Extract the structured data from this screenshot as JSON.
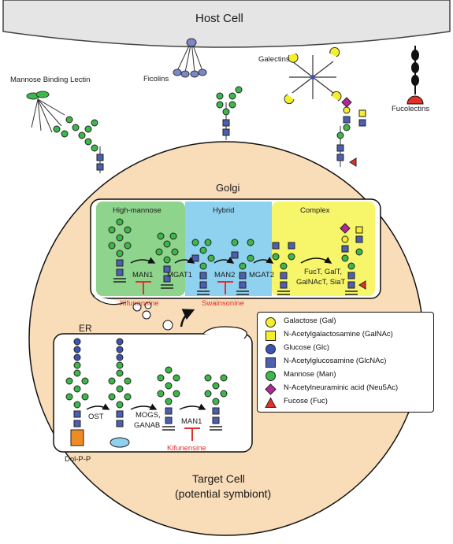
{
  "host_cell": {
    "title": "Host Cell"
  },
  "lectins": {
    "mannose_binding_lectin": "Mannose Binding Lectin",
    "ficolins": "Ficolins",
    "galectins": "Galectins",
    "fucolectins": "Fucolectins"
  },
  "golgi": {
    "title": "Golgi",
    "sections": [
      "High-mannose",
      "Hybrid",
      "Complex"
    ],
    "enzymes": [
      "MAN1",
      "MGAT1",
      "MAN2",
      "MGAT2"
    ],
    "complex_enzymes": [
      "FucT, GalT,",
      "GalNAcT, SiaT"
    ],
    "inhibitors": [
      "Kifunensine",
      "Swainsonine"
    ]
  },
  "er": {
    "title": "ER",
    "enzymes": [
      "OST",
      "MOGS,",
      "GANAB",
      "MAN1"
    ],
    "lipid": "Dol-P-P",
    "inhibitor": "Kifunensine"
  },
  "legend": [
    {
      "symbol": "yellow-circle",
      "label": "Galactose (Gal)"
    },
    {
      "symbol": "yellow-square",
      "label": "N-Acetylgalactosamine (GalNAc)"
    },
    {
      "symbol": "blue-circle",
      "label": "Glucose (Glc)"
    },
    {
      "symbol": "blue-square",
      "label": "N-Acetylglucosamine (GlcNAc)"
    },
    {
      "symbol": "green-circle",
      "label": "Mannose (Man)"
    },
    {
      "symbol": "magenta-diamond",
      "label": "N-Acetylneuraminic acid (Neu5Ac)"
    },
    {
      "symbol": "red-triangle",
      "label": "Fucose (Fuc)"
    }
  ],
  "target_cell": {
    "line1": "Target Cell",
    "line2": "(potential symbiont)"
  },
  "colors": {
    "cell_fill": "#f9dcb8",
    "host_fill": "#e5e5e5",
    "high_mannose_bg": "#8fd48c",
    "hybrid_bg": "#8fd2f0",
    "complex_bg": "#f7f56a",
    "glcnac": "#4d5fb0",
    "mannose": "#3cb84a",
    "glucose": "#3d52b5",
    "galactose": "#f4ee2b",
    "neu5ac": "#b2279a",
    "fucose": "#e0312b",
    "inhibitor": "#e0312b"
  }
}
